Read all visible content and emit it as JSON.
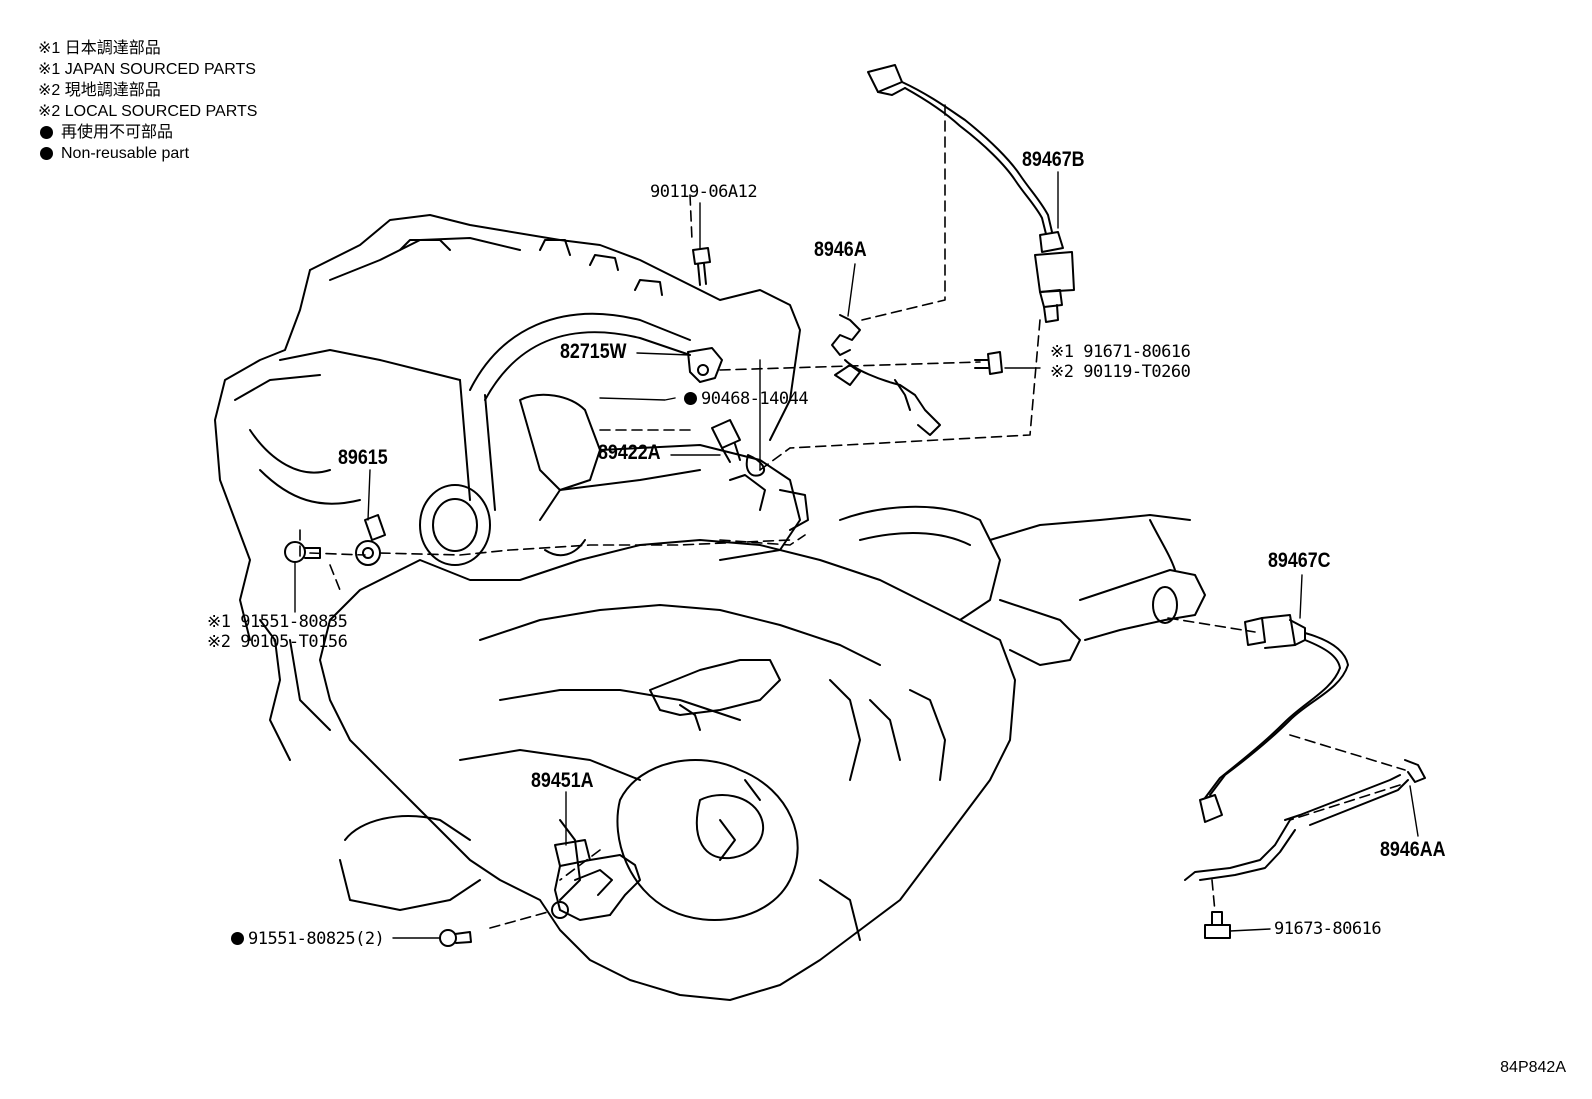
{
  "legend": {
    "items": [
      {
        "mark": "※1",
        "text": "日本調達部品"
      },
      {
        "mark": "※1",
        "text": "JAPAN SOURCED PARTS"
      },
      {
        "mark": "※2",
        "text": "現地調達部品"
      },
      {
        "mark": "※2",
        "text": "LOCAL SOURCED PARTS"
      },
      {
        "mark": "●",
        "text": "再使用不可部品"
      },
      {
        "mark": "●",
        "text": "Non-reusable part"
      }
    ]
  },
  "parts": {
    "p_89467B": "89467B",
    "p_90119_06A12": "90119-06A12",
    "p_8946A": "8946A",
    "p_82715W": "82715W",
    "p_91671_80616": "※1 91671-80616",
    "p_90119_T0260": "※2 90119-T0260",
    "p_90468_14044": "90468-14044",
    "p_89422A": "89422A",
    "p_89615": "89615",
    "p_91551_80835": "※1 91551-80835",
    "p_90105_T0156": "※2 90105-T0156",
    "p_89467C": "89467C",
    "p_89451A": "89451A",
    "p_8946AA": "8946AA",
    "p_91551_80825": "91551-80825(2)",
    "p_91673_80616": "91673-80616"
  },
  "diagram_code": "84P842A"
}
